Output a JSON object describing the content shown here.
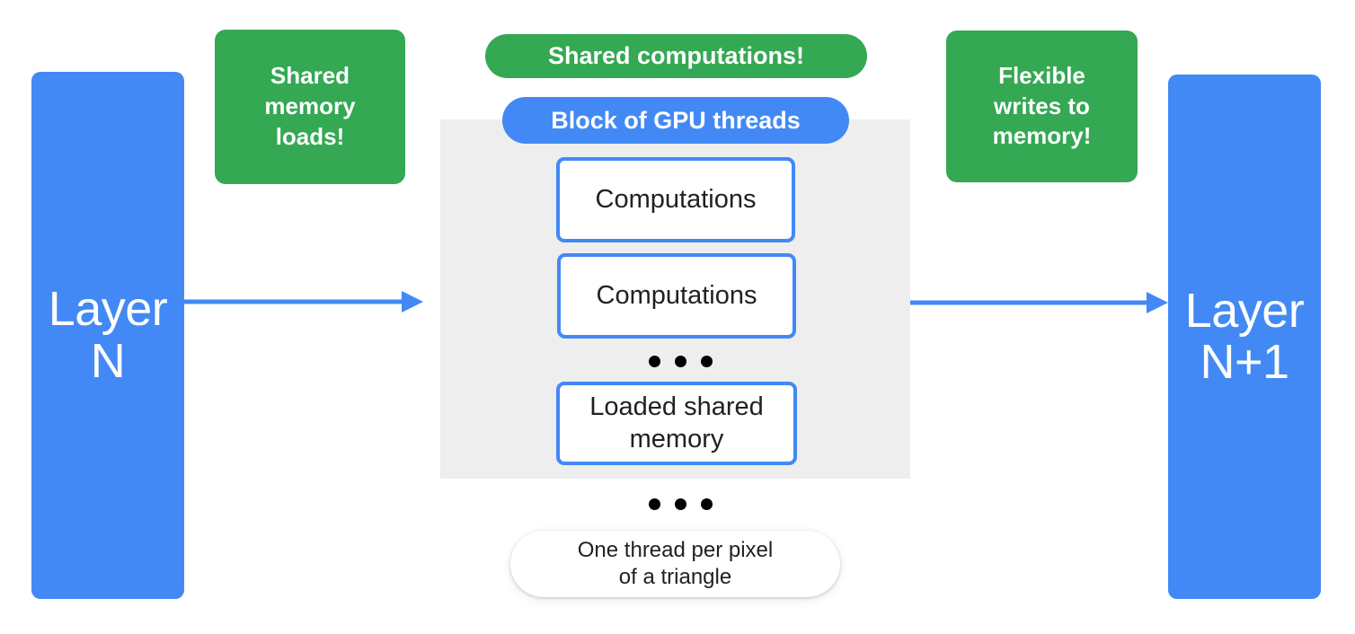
{
  "diagram": {
    "title": "GPU thread block shared memory dataflow",
    "colors": {
      "blue": "#4289f5",
      "green": "#34a853",
      "panel_gray": "#eeeeee",
      "text_dark": "#202124",
      "white": "#ffffff"
    },
    "layers": {
      "input": {
        "label": "Layer\nN"
      },
      "output": {
        "label": "Layer\nN+1"
      }
    },
    "callouts": {
      "shared_memory_loads": {
        "label": "Shared\nmemory\nloads!"
      },
      "flexible_writes": {
        "label": "Flexible\nwrites to\nmemory!"
      }
    },
    "pills": {
      "shared_computations": {
        "label": "Shared computations!"
      },
      "block_of_threads": {
        "label": "Block of GPU threads"
      }
    },
    "thread_boxes": [
      {
        "label": "Computations"
      },
      {
        "label": "Computations"
      },
      {
        "label": "Loaded shared\nmemory"
      }
    ],
    "ellipsis": {
      "inner": "• • •",
      "outer": "• • •"
    },
    "caption": {
      "label": "One thread per pixel\nof a triangle"
    },
    "arrows": [
      {
        "name": "layer-n-to-block",
        "direction": "right"
      },
      {
        "name": "block-to-layer-n-plus-1",
        "direction": "right"
      }
    ]
  }
}
